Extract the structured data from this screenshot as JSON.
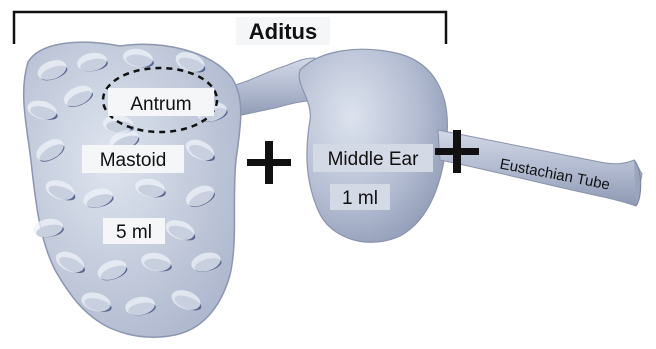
{
  "labels": {
    "aditus": "Aditus",
    "antrum": "Antrum",
    "mastoid": "Mastoid",
    "mastoid_volume": "5 ml",
    "middle_ear": "Middle Ear",
    "middle_ear_volume": "1 ml",
    "eustachian_tube": "Eustachian Tube",
    "plus_symbol": "+"
  },
  "colors": {
    "structure_fill": "#b9c2d6",
    "air_cell_fill": "#eef2f8",
    "air_cell_shadow": "#5a6790",
    "outline": "#8a94ad",
    "label_box": "#f4f6f8",
    "ink": "#111111"
  }
}
